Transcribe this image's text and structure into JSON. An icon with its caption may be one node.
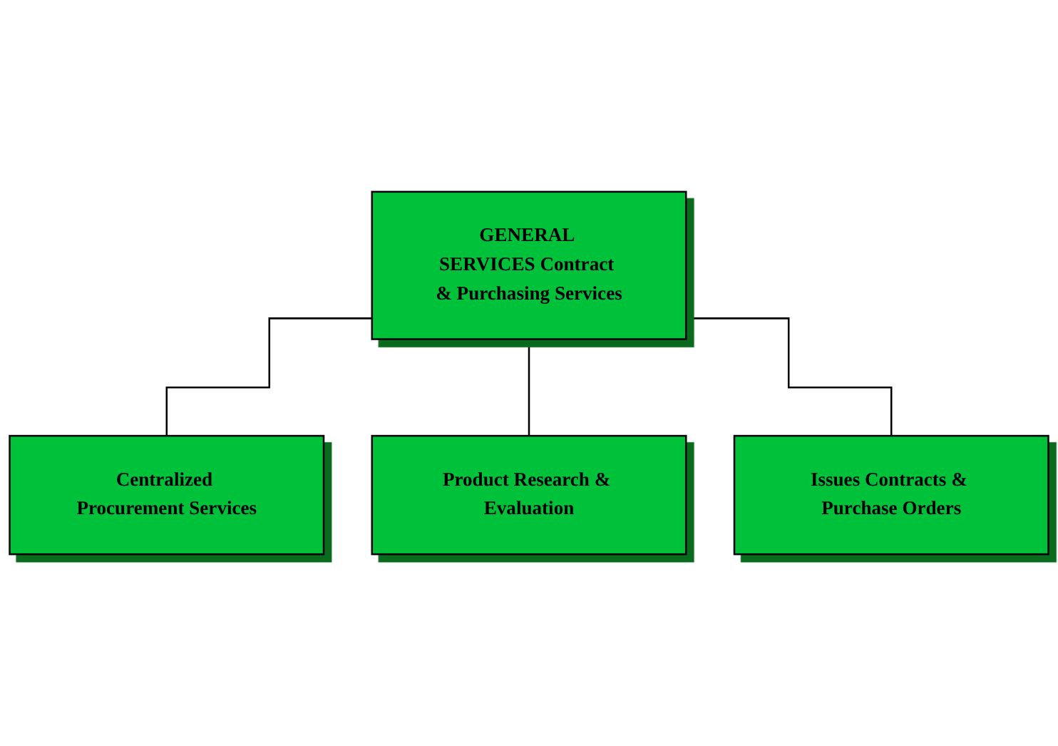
{
  "diagram": {
    "nodes": [
      {
        "text": [
          "GENERAL SERVICES Contract & Purchasing Services"
        ]
      },
      {
        "text": [
          "Centralized Procurement Services"
        ]
      },
      {
        "text": [
          "Product Research & Evaluation"
        ]
      },
      {
        "text": [
          "Issues Contracts & Purchase Orders"
        ]
      }
    ],
    "edges": [
      {
        "from": 0,
        "to": 1,
        "arrow": "none"
      },
      {
        "from": 0,
        "to": 2,
        "arrow": "none"
      },
      {
        "from": 0,
        "to": 3,
        "arrow": "none"
      }
    ]
  }
}
